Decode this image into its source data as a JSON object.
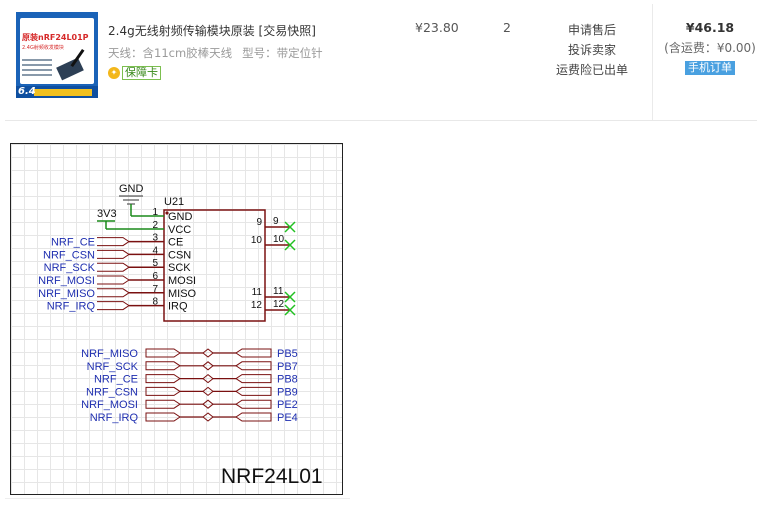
{
  "order": {
    "thumbnail": {
      "brand_text": "原装nRF24L01P",
      "sub_text": "2.4G射频收发模块",
      "badge": "6.4",
      "icon": "product-image"
    },
    "title": "2.4g无线射频传输模块原装 [交易快照]",
    "spec_antenna": "天线：含11cm胶棒天线",
    "spec_model": "型号：带定位针",
    "guarantee_label": "保障卡",
    "price": "¥23.80",
    "quantity": "2",
    "service": {
      "after_sale": "申请售后",
      "complain": "投诉卖家",
      "insurance": "运费险已出单"
    },
    "total": {
      "amount": "¥46.18",
      "shipping": "(含运费：¥0.00)",
      "mobile_order": "手机订单"
    }
  },
  "schematic": {
    "title": "NRF24L01",
    "part_ref": "U21",
    "gnd_label": "GND",
    "vcc_label": "3V3",
    "pins_left": [
      {
        "num": "1",
        "name": "GND"
      },
      {
        "num": "2",
        "name": "VCC"
      },
      {
        "num": "3",
        "name": "CE"
      },
      {
        "num": "4",
        "name": "CSN"
      },
      {
        "num": "5",
        "name": "SCK"
      },
      {
        "num": "6",
        "name": "MOSI"
      },
      {
        "num": "7",
        "name": "MISO"
      },
      {
        "num": "8",
        "name": "IRQ"
      }
    ],
    "pins_right": [
      {
        "num": "9"
      },
      {
        "num": "10"
      },
      {
        "num": "11"
      },
      {
        "num": "12"
      }
    ],
    "net_labels_left": [
      "NRF_CE",
      "NRF_CSN",
      "NRF_SCK",
      "NRF_MOSI",
      "NRF_MISO",
      "NRF_IRQ"
    ],
    "port_map": [
      {
        "net": "NRF_MISO",
        "port": "PB5"
      },
      {
        "net": "NRF_SCK",
        "port": "PB7"
      },
      {
        "net": "NRF_CE",
        "port": "PB8"
      },
      {
        "net": "NRF_CSN",
        "port": "PB9"
      },
      {
        "net": "NRF_MOSI",
        "port": "PE2"
      },
      {
        "net": "NRF_IRQ",
        "port": "PE4"
      }
    ]
  },
  "colors": {
    "net_text": "#1f2fb0",
    "wire": "#7a1010",
    "power_wire": "#1a8a1a",
    "no_connect": "#22c022"
  }
}
